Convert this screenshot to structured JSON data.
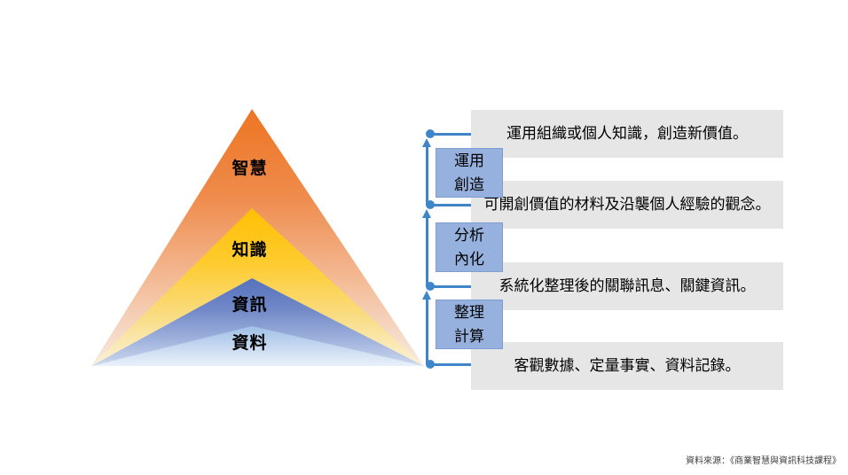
{
  "page": {
    "background": "#FFFFFF"
  },
  "colors": {
    "connector_blue": "#3E86C7",
    "transition_box_fill": "#97B1DE",
    "transition_box_border": "#7F9DD1",
    "description_box_fill": "#E7E6E6",
    "text": "#000000",
    "footer_text": "#3F3F3F"
  },
  "pyramid": {
    "levels": [
      {
        "name": "智慧",
        "color_top": "#ED7522",
        "color_bottom": "#F7EDE6"
      },
      {
        "name": "知識",
        "color_top": "#FFC005",
        "color_bottom": "#FBF3D8"
      },
      {
        "name": "資訊",
        "color_top": "#5371BC",
        "color_bottom": "#CDD9EE"
      },
      {
        "name": "資料",
        "color_top": "#9EBFE6",
        "color_bottom": "#EAF1FA"
      }
    ]
  },
  "descriptions": [
    "運用組織或個人知識，創造新價值。",
    "可開創價值的材料及沿襲個人經驗的觀念。",
    "系統化整理後的關聯訊息、關鍵資訊。",
    "客觀數據、定量事實、資料記錄。"
  ],
  "transitions": [
    {
      "line1": "運用",
      "line2": "創造"
    },
    {
      "line1": "分析",
      "line2": "內化"
    },
    {
      "line1": "整理",
      "line2": "計算"
    }
  ],
  "footer": {
    "source": "資料來源：《商業智慧與資訊科技課程》"
  }
}
